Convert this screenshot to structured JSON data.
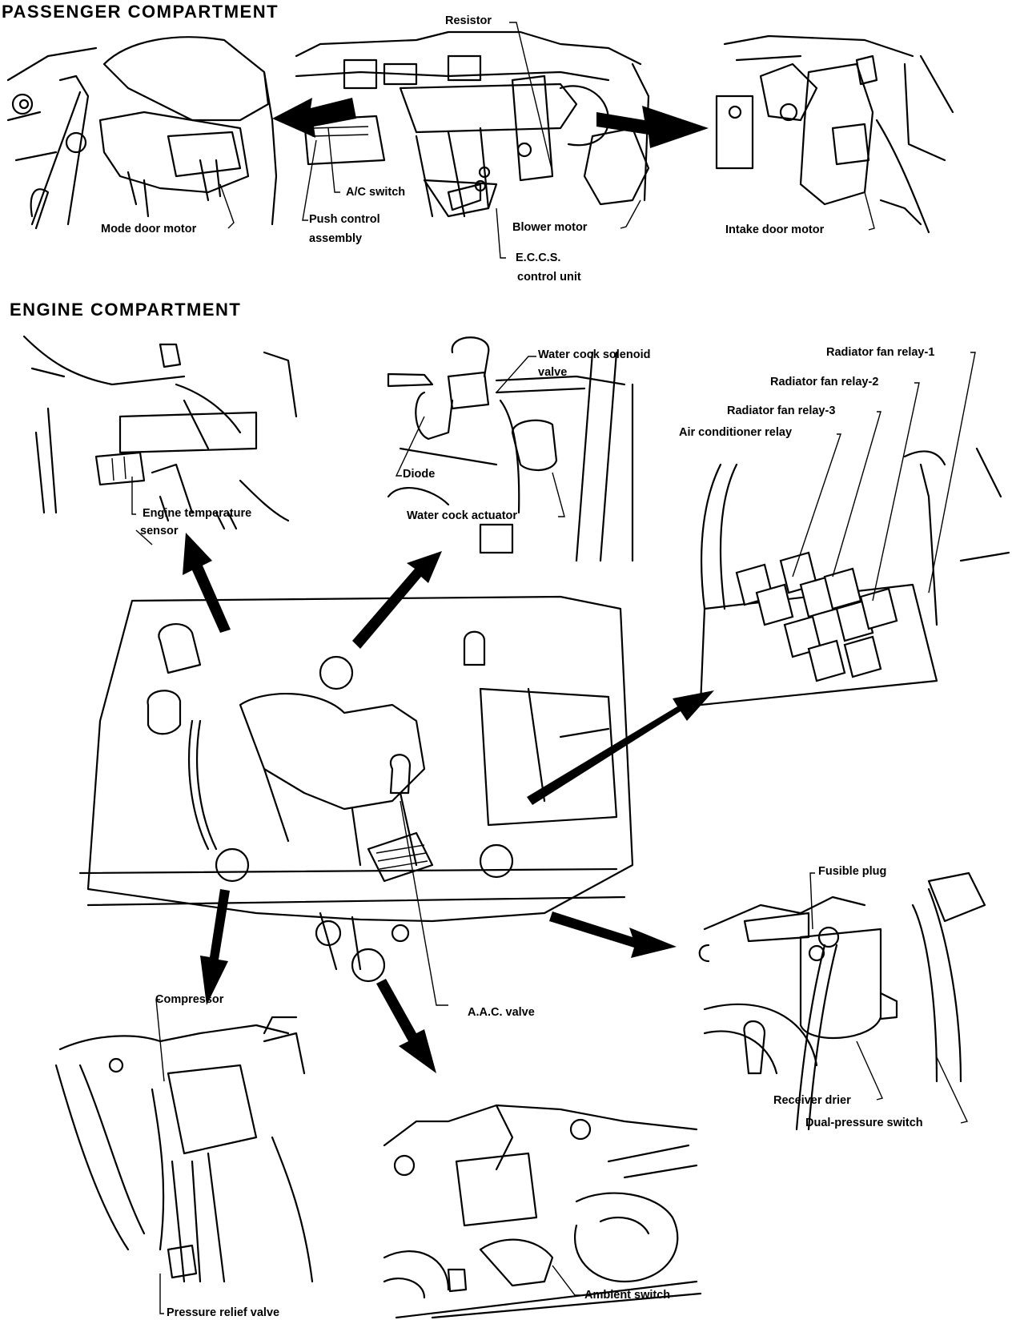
{
  "sections": {
    "passenger": {
      "title": "PASSENGER COMPARTMENT",
      "labels": {
        "resistor": "Resistor",
        "ac_switch": "A/C switch",
        "push_control_1": "Push control",
        "push_control_2": "assembly",
        "mode_door_motor": "Mode door motor",
        "blower_motor": "Blower motor",
        "eccs_1": "E.C.C.S.",
        "eccs_2": "control unit",
        "intake_door_motor": "Intake door motor"
      }
    },
    "engine": {
      "title": "ENGINE COMPARTMENT",
      "labels": {
        "engine_temp_1": "Engine temperature",
        "engine_temp_2": "sensor",
        "water_cock_solenoid_1": "Water cock solenoid",
        "water_cock_solenoid_2": "valve",
        "diode": "Diode",
        "water_cock_actuator": "Water cock actuator",
        "radiator_fan_relay_1": "Radiator fan relay-1",
        "radiator_fan_relay_2": "Radiator fan relay-2",
        "radiator_fan_relay_3": "Radiator fan relay-3",
        "air_conditioner_relay": "Air conditioner relay",
        "fusible_plug": "Fusible plug",
        "receiver_drier": "Receiver drier",
        "dual_pressure_switch": "Dual-pressure switch",
        "aac_valve": "A.A.C. valve",
        "compressor": "Compressor",
        "pressure_relief_valve": "Pressure relief valve",
        "ambient_switch": "Ambient switch"
      }
    }
  }
}
